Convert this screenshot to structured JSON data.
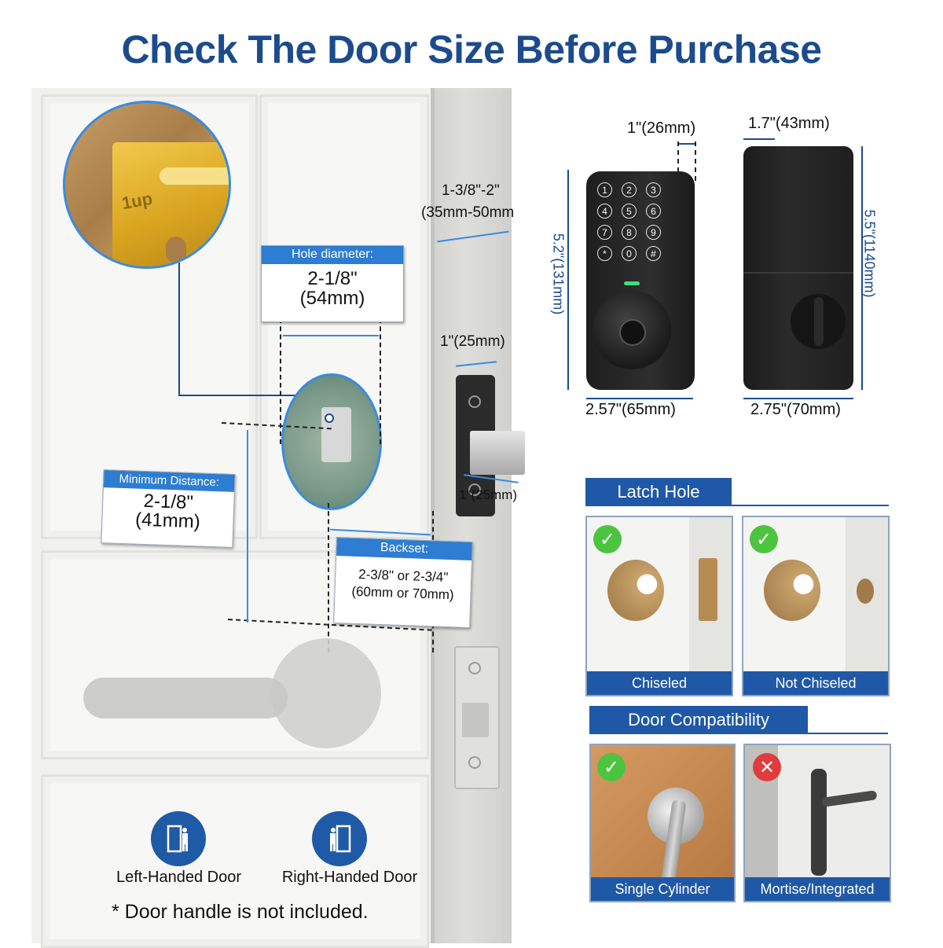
{
  "title": "Check The Door Size Before Purchase",
  "door_diagram": {
    "hole_diameter": {
      "header": "Hole diameter:",
      "value_in": "2-1/8\"",
      "value_mm": "(54mm)"
    },
    "minimum_distance": {
      "header": "Minimum Distance:",
      "value_in": "2-1/8\"",
      "value_mm": "(41mm)"
    },
    "backset": {
      "header": "Backset:",
      "line1": "2-3/8\" or 2-3/4\"",
      "line2": "(60mm or 70mm)"
    },
    "door_thickness": {
      "line1": "1-3/8\"-2\"",
      "line2": "(35mm-50mm"
    },
    "latch_width": "1\"(25mm)",
    "latch_depth": "1\"(25mm)",
    "latch_stamp": "1up"
  },
  "handedness": {
    "left": {
      "label": "Left-Handed Door",
      "icon": "left-handed-door-icon"
    },
    "right": {
      "label": "Right-Handed Door",
      "icon": "right-handed-door-icon"
    }
  },
  "note": "* Door handle is not included.",
  "product_front": {
    "depth": "1\"(26mm)",
    "height": "5.2\"(131mm)",
    "width": "2.57\"(65mm)",
    "keys": [
      "1",
      "2",
      "3",
      "4",
      "5",
      "6",
      "7",
      "8",
      "9",
      "*",
      "0",
      "#"
    ]
  },
  "product_back": {
    "depth": "1.7\"(43mm)",
    "height": "5.5\"(1140mm)",
    "width": "2.75\"(70mm)"
  },
  "latch_hole": {
    "title": "Latch Hole",
    "options": [
      {
        "caption": "Chiseled",
        "status": "check"
      },
      {
        "caption": "Not Chiseled",
        "status": "check"
      }
    ]
  },
  "door_compatibility": {
    "title": "Door Compatibility",
    "options": [
      {
        "caption": "Single Cylinder",
        "status": "check"
      },
      {
        "caption": "Mortise/Integrated",
        "status": "cross"
      }
    ]
  },
  "colors": {
    "title_blue": "#1c4b8d",
    "label_blue": "#2d7dd2",
    "tab_blue": "#1f58a6",
    "check_green": "#4cc43f",
    "cross_red": "#e23b3b"
  }
}
